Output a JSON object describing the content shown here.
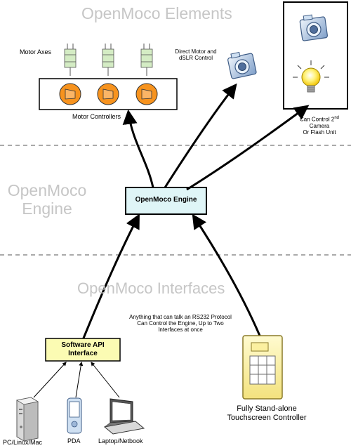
{
  "sections": {
    "elements_title": "OpenMoco Elements",
    "engine_title_line1": "OpenMoco",
    "engine_title_line2": "Engine",
    "interfaces_title": "OpenMoco Interfaces"
  },
  "labels": {
    "motor_axes": "Motor Axes",
    "motor_controllers": "Motor Controllers",
    "direct_motor_line1": "Direct Motor and",
    "direct_motor_line2": "dSLR Control",
    "can_control_line1_pre": "Can Control 2",
    "can_control_line1_sup": "nd",
    "can_control_line2": "Camera",
    "can_control_line3": "Or Flash Unit",
    "engine_box": "OpenMoco Engine",
    "rs232_line1": "Anything that can talk an RS232 Protocol",
    "rs232_line2": "Can Control the Engine, Up to Two",
    "rs232_line3": "Interfaces at once",
    "api_line1": "Software API",
    "api_line2": "Interface",
    "standalone_line1": "Fully Stand-alone",
    "standalone_line2": "Touchscreen Controller",
    "pc": "PC/Linux/Mac",
    "pda": "PDA",
    "laptop": "Laptop/Netbook"
  },
  "colors": {
    "title_gray": "#c6c6c6",
    "engine_box_fill": "#dff5f7",
    "api_box_fill": "#fbfbb3",
    "motor_orange": "#f7931e",
    "divider": "#aaaaaa",
    "connector_green": "#d4ecc4"
  },
  "icons": {
    "camera": "camera-icon",
    "lightbulb": "lightbulb-icon",
    "motor": "motor-icon",
    "connector": "motor-axis-connector-icon",
    "pc": "desktop-tower-icon",
    "pda": "pda-icon",
    "laptop": "laptop-icon",
    "touchscreen": "touchscreen-controller-icon"
  }
}
